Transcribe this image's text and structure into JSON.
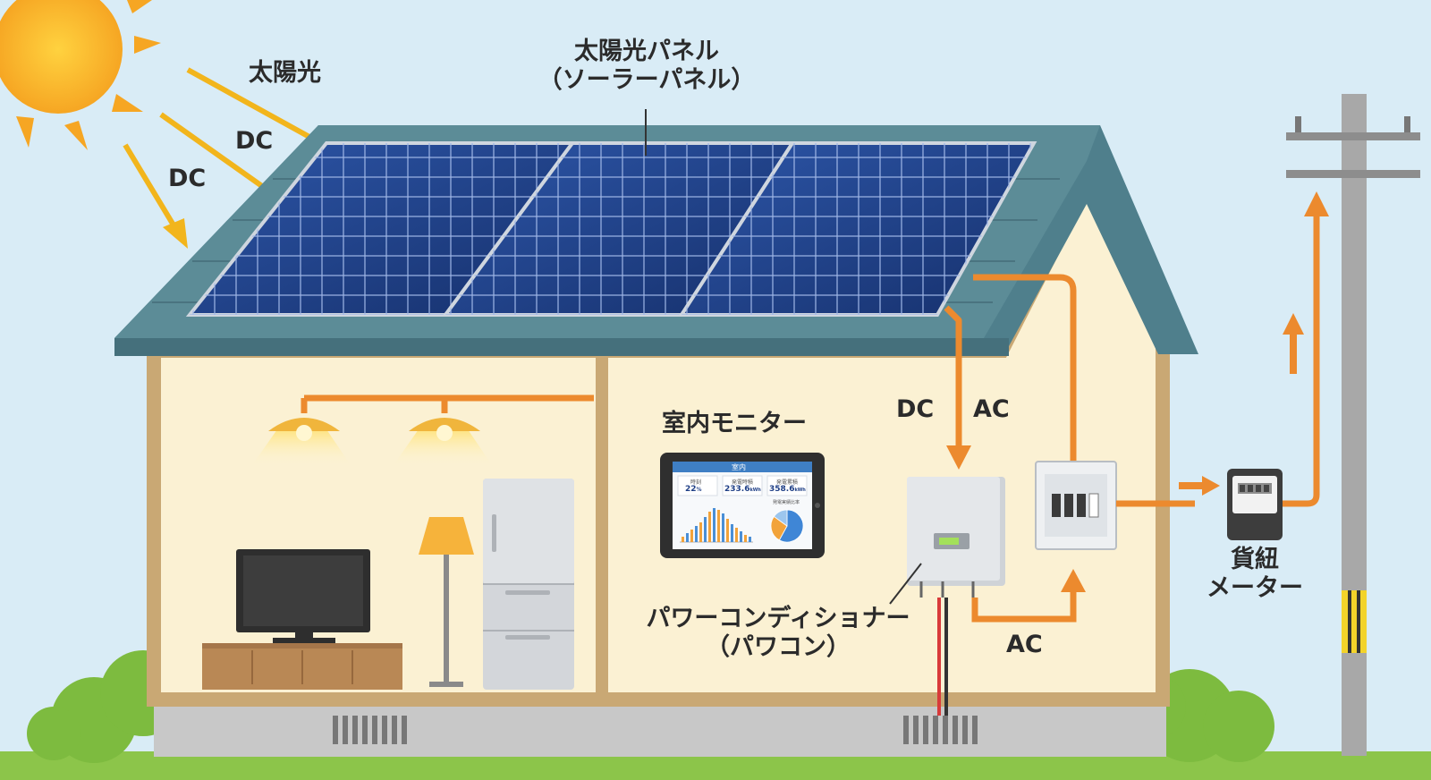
{
  "labels": {
    "sunlight": "太陽光",
    "dc_ray_1": "DC",
    "dc_ray_2": "DC",
    "panel_title_line1": "太陽光パネル",
    "panel_title_line2": "（ソーラーパネル）",
    "indoor_monitor": "室内モニター",
    "dc_down": "DC",
    "ac_down": "AC",
    "pcs_line1": "パワーコンディショナー",
    "pcs_line2": "（パワコン）",
    "ac_bottom": "AC",
    "meter_line1": "貨紐",
    "meter_line2": "メーター"
  },
  "monitor": {
    "header": "室内",
    "cards": [
      {
        "label": "時刻",
        "value": "22",
        "unit": "%"
      },
      {
        "label": "発電時積",
        "value": "233.6",
        "unit": "kWh"
      },
      {
        "label": "発電累積",
        "value": "358.6",
        "unit": "kWh"
      }
    ],
    "pie_title": "発電実績比率",
    "bar_values": [
      3,
      5,
      7,
      9,
      11,
      14,
      17,
      19,
      18,
      16,
      13,
      10,
      8,
      6,
      4,
      3
    ],
    "pie_fractions": [
      0.58,
      0.27,
      0.15
    ]
  },
  "colors": {
    "sky": "#d9ecf6",
    "wire_orange": "#ec8a2e",
    "roof": "#4f7f8c",
    "wall": "#fbf1d3",
    "panel": "#1f3f86",
    "grass": "#8cc54a",
    "sun": "#f6a623"
  }
}
